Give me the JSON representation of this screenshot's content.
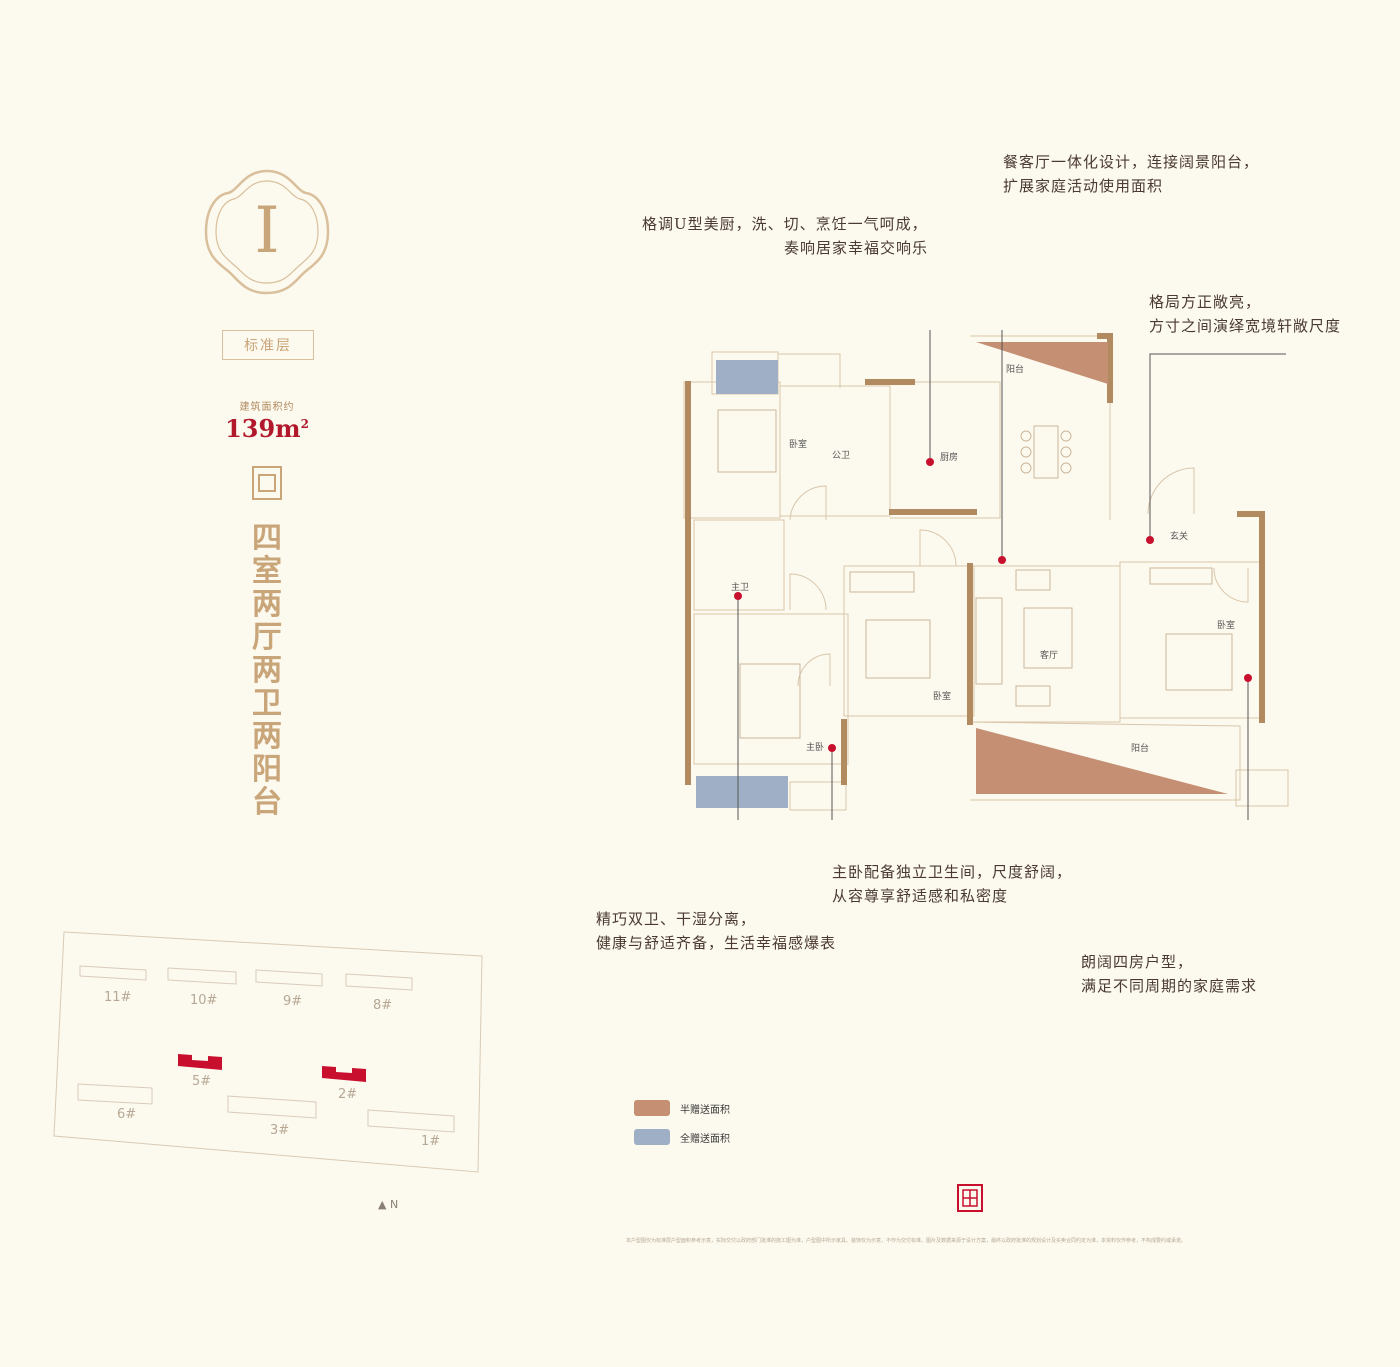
{
  "badge": {
    "numeral": "I"
  },
  "floor_label": "标准层",
  "area_label": "建筑面积约",
  "area_value": "139m",
  "area_sup": "2",
  "layout_name": [
    "四",
    "室",
    "两",
    "厅",
    "两",
    "卫",
    "两",
    "阳",
    "台"
  ],
  "callouts": {
    "kitchen": [
      "格调U型美厨，洗、切、烹饪一气呵成，",
      "奏响居家幸福交响乐"
    ],
    "dining": [
      "餐客厅一体化设计，连接阔景阳台，",
      "扩展家庭活动使用面积"
    ],
    "layout": [
      "格局方正敞亮，",
      "方寸之间演绎宽境轩敞尺度"
    ],
    "master": [
      "主卧配备独立卫生间，尺度舒阔，",
      "从容尊享舒适感和私密度"
    ],
    "bath": [
      "精巧双卫、干湿分离，",
      "健康与舒适齐备，生活幸福感爆表"
    ],
    "four": [
      "朗阔四房户型，",
      "满足不同周期的家庭需求"
    ]
  },
  "rooms": {
    "balcony_top": "阳台",
    "bedroom_nw": "卧室",
    "public_bath": "公卫",
    "kitchen": "厨房",
    "entry": "玄关",
    "master_bath": "主卫",
    "bedroom_mid": "卧室",
    "living": "客厅",
    "bedroom_e": "卧室",
    "master_bed": "主卧",
    "balcony_bottom": "阳台"
  },
  "site_plan": {
    "buildings": [
      "11#",
      "10#",
      "9#",
      "8#",
      "5#",
      "2#",
      "6#",
      "3#",
      "1#"
    ],
    "north": "N"
  },
  "legend": [
    {
      "label": "半赠送面积",
      "color": "#c58f73"
    },
    {
      "label": "全赠送面积",
      "color": "#9fb0c6"
    }
  ],
  "colors": {
    "gold": "#c9a57a",
    "wall": "#b28a5f",
    "accent_red": "#c8102e",
    "text": "#4a3a32"
  },
  "disclaimer": "本户型图仅为标准层户型面积参考示意，实际交付以政府部门批准的施工图为准，户型图中所示家具、装饰仅为示意，不作为交付标准。图片及数据来源于设计方案，最终以政府批准的规划设计及买卖合同约定为准，本资料仅作参考，不构成要约或承诺。"
}
